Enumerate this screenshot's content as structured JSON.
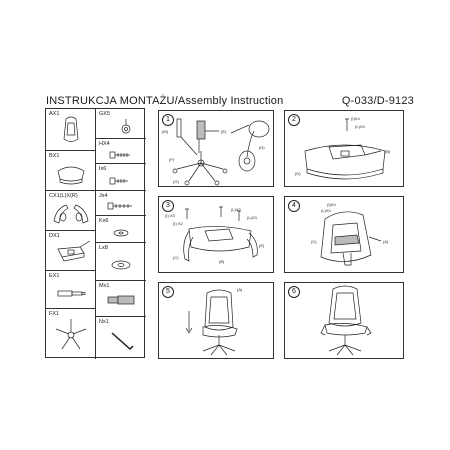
{
  "header": {
    "title_left": "INSTRUKCJA  MONTAŻU/Assembly  Instruction",
    "title_right": "Q-033/D-9123"
  },
  "parts": [
    {
      "label": "AX1"
    },
    {
      "label": "GX5"
    },
    {
      "label": "HX4"
    },
    {
      "label": "BX1"
    },
    {
      "label": "Ix6"
    },
    {
      "label": "CX1(L)X(R)"
    },
    {
      "label": "Jx4"
    },
    {
      "label": "Kx6"
    },
    {
      "label": "DX1"
    },
    {
      "label": "Lx8"
    },
    {
      "label": "EX1"
    },
    {
      "label": "Mx1"
    },
    {
      "label": "FX1"
    },
    {
      "label": "Nx1"
    }
  ],
  "steps": [
    {
      "number": "1",
      "callouts": [
        "(M)",
        "(E)",
        "(F)",
        "(G)",
        "(D)"
      ]
    },
    {
      "number": "2",
      "callouts": [
        "(I)X4",
        "(L)X4",
        "(B)",
        "(D)"
      ]
    },
    {
      "number": "3",
      "callouts": [
        "(I) X3",
        "(I) X2",
        "(L)X2",
        "(L)X3",
        "(E)",
        "(C)",
        "(B)"
      ]
    },
    {
      "number": "4",
      "callouts": [
        "(I)X4",
        "(L)X4",
        "(C)",
        "(A)"
      ]
    },
    {
      "number": "5",
      "callouts": [
        "(A)"
      ]
    },
    {
      "number": "6",
      "callouts": []
    }
  ]
}
